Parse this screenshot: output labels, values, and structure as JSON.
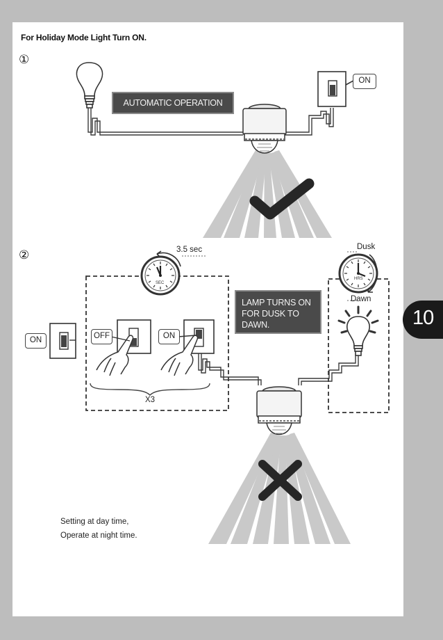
{
  "title": "For Holiday Mode Light Turn ON.",
  "step1": {
    "number": "①",
    "banner": "AUTOMATIC OPERATION",
    "switch_label": "ON"
  },
  "step2": {
    "number": "②",
    "timer_label": "3.5 sec",
    "timer_dial_label": "SEC",
    "left_switch_label": "ON",
    "off_label": "OFF",
    "on_label": "ON",
    "repeat_label": "X3",
    "banner_line1": "LAMP TURNS ON",
    "banner_line2": "FOR DUSK TO",
    "banner_line3": "DAWN.",
    "dusk_label": "Dusk",
    "dawn_label": "Dawn",
    "clock_dial_label": "HRS"
  },
  "note": {
    "line1": "Setting at day time,",
    "line2": "Operate at night time."
  },
  "page_number": "10",
  "colors": {
    "background": "#bdbdbd",
    "banner": "#4a4a4a",
    "beam": "#c8c8c8",
    "mark": "#2a2a2a"
  }
}
